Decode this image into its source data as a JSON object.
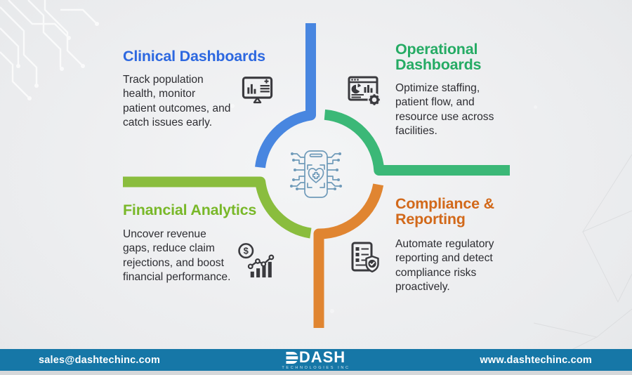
{
  "sections": {
    "clinical": {
      "title": "Clinical Dashboards",
      "title_color": "#2d68e0",
      "arm_color": "#4886e0",
      "description": "Track population\nhealth, monitor\npatient outcomes, and\ncatch issues early.",
      "icon": "monitor-bar-chart-icon"
    },
    "operational": {
      "title": "Operational\nDashboards",
      "title_color": "#25ab64",
      "arm_color": "#3bb877",
      "description": "Optimize staffing,\npatient flow, and\nresource use across\nfacilities.",
      "icon": "analytics-window-gear-icon"
    },
    "financial": {
      "title": "Financial Analytics",
      "title_color": "#79b829",
      "arm_color": "#8abd3e",
      "description": "Uncover revenue\ngaps, reduce claim\nrejections, and boost\nfinancial performance.",
      "icon": "dollar-growth-chart-icon"
    },
    "compliance": {
      "title": "Compliance &\nReporting",
      "title_color": "#d2691a",
      "arm_color": "#e08531",
      "description": "Automate regulatory\nreporting and detect\ncompliance risks\nproactively.",
      "icon": "checklist-shield-icon"
    }
  },
  "diagram": {
    "center_icon": "smartphone-health-circuit-icon",
    "center_icon_color": "#6f9ab9",
    "small_icon_color": "#3a3a3e"
  },
  "footer": {
    "email": "sales@dashtechinc.com",
    "logo_text": "DASH",
    "logo_subtext": "TECHNOLOGIES INC",
    "website": "www.dashtechinc.com",
    "bar_color": "#1677a7"
  }
}
